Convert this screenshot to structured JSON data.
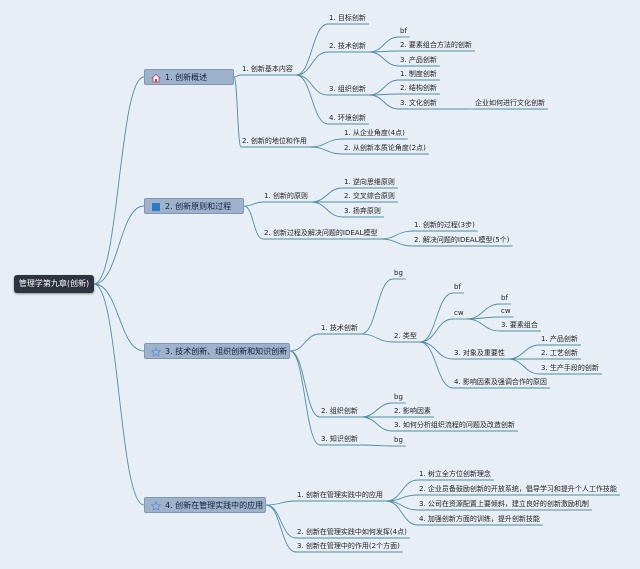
{
  "root": "管理学第九章(创新)",
  "branches": [
    {
      "label": "1. 创新概述",
      "icon": "home-icon",
      "children": [
        {
          "label": "1. 创新基本内容",
          "children": [
            {
              "label": "1. 目标创新"
            },
            {
              "label": "2. 技术创新",
              "children": [
                {
                  "label": "bf"
                },
                {
                  "label": "2. 要素组合方法的创新"
                },
                {
                  "label": "3. 产品创新"
                }
              ]
            },
            {
              "label": "3. 组织创新",
              "children": [
                {
                  "label": "1. 制度创新"
                },
                {
                  "label": "2. 结构创新"
                },
                {
                  "label": "3. 文化创新",
                  "children": [
                    {
                      "label": "企业如何进行文化创新"
                    }
                  ]
                }
              ]
            },
            {
              "label": "4. 环境创新"
            }
          ]
        },
        {
          "label": "2. 创新的地位和作用",
          "children": [
            {
              "label": "1. 从企业角度(4点)"
            },
            {
              "label": "2. 从创新本质论角度(2点)"
            }
          ]
        }
      ]
    },
    {
      "label": "2. 创新原则和过程",
      "icon": "square-icon",
      "children": [
        {
          "label": "1. 创新的原则",
          "children": [
            {
              "label": "1. 逆向思维原则"
            },
            {
              "label": "2. 交叉综合原则"
            },
            {
              "label": "3. 扬弃原则"
            }
          ]
        },
        {
          "label": "2. 创新过程及解决问题的IDEAL模型",
          "children": [
            {
              "label": "1. 创新的过程(3步)"
            },
            {
              "label": "2. 解决问题的IDEAL模型(5个)"
            }
          ]
        }
      ]
    },
    {
      "label": "3. 技术创新、组织创新和知识创新",
      "icon": "star-icon",
      "children": [
        {
          "label": "1. 技术创新",
          "children": [
            {
              "label": "bg"
            },
            {
              "label": "2. 类型",
              "children": [
                {
                  "label": "bf"
                },
                {
                  "label": "cw",
                  "children": [
                    {
                      "label": "bf"
                    },
                    {
                      "label": "cw"
                    },
                    {
                      "label": "3. 要素组合"
                    }
                  ]
                },
                {
                  "label": "3. 对象及重要性",
                  "children": [
                    {
                      "label": "1. 产品创新"
                    },
                    {
                      "label": "2. 工艺创新"
                    },
                    {
                      "label": "3. 生产手段的创新"
                    }
                  ]
                },
                {
                  "label": "4. 影响因素及强调合作的原因"
                }
              ]
            }
          ]
        },
        {
          "label": "2. 组织创新",
          "children": [
            {
              "label": "bg"
            },
            {
              "label": "2. 影响因素"
            },
            {
              "label": "3. 如何分析组织流程的问题及改造创新"
            }
          ]
        },
        {
          "label": "3. 知识创新",
          "children": [
            {
              "label": "bg"
            }
          ]
        }
      ]
    },
    {
      "label": "4. 创新在管理实践中的应用",
      "icon": "star-icon",
      "children": [
        {
          "label": "1. 创新在管理实践中的应用",
          "children": [
            {
              "label": "1. 树立全方位创新理念"
            },
            {
              "label": "2. 企业员备鼓励创新的开放系统，倡导学习和提升个人工作技能"
            },
            {
              "label": "3. 公司在资源配置上要倾斜，建立良好的创新激励机制"
            },
            {
              "label": "4. 加强创新方面的训练，提升创新技能"
            }
          ]
        },
        {
          "label": "2. 创新在管理实践中如何发挥(4点)"
        },
        {
          "label": "3. 创新在管理中的作用(2个方面)"
        }
      ]
    }
  ]
}
